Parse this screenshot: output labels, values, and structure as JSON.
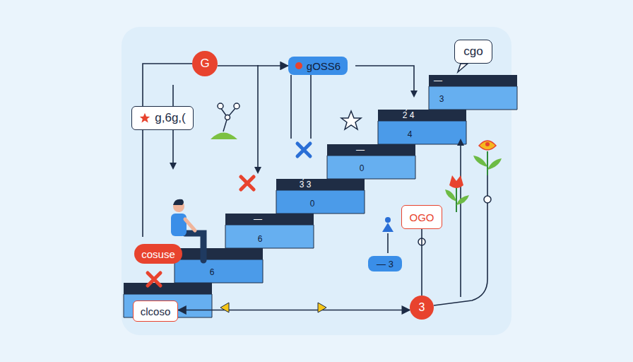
{
  "diagram": {
    "nodes": [
      {
        "text": [
          "G"
        ]
      },
      {
        "text": [
          "g,6g,("
        ]
      },
      {
        "text": [
          "gOSS6"
        ]
      },
      {
        "text": [
          "cgo"
        ]
      },
      {
        "text": [
          "OGO"
        ]
      },
      {
        "text": [
          "— 3"
        ]
      },
      {
        "text": [
          "3"
        ]
      },
      {
        "text": [
          "cosuse"
        ]
      },
      {
        "text": [
          "clcoso"
        ]
      }
    ],
    "edges": [
      {
        "from": 0,
        "to": 2,
        "arrow": "to"
      },
      {
        "from": 4,
        "to": 6,
        "arrow": "none"
      },
      {
        "from": 6,
        "to": 8,
        "arrow": "both"
      }
    ],
    "labels": [
      "6",
      "—",
      "6",
      "3́ 3",
      "0",
      "—",
      "0",
      "2́ 4",
      "4",
      "—",
      "3"
    ]
  }
}
